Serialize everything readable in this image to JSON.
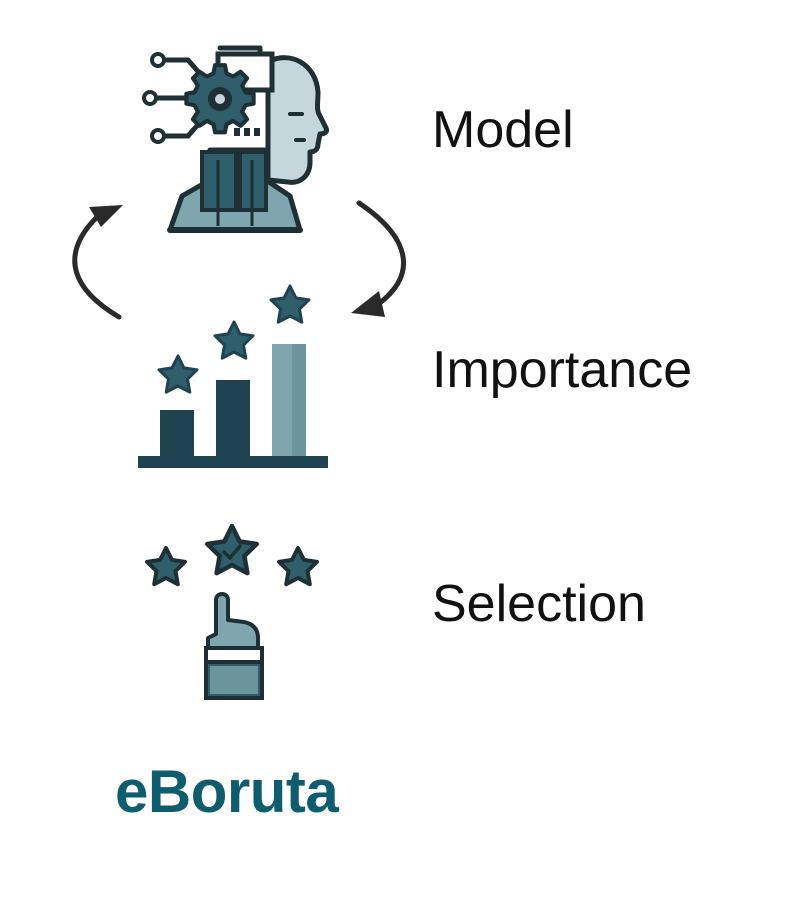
{
  "steps": [
    {
      "label": "Model",
      "icon": "ai-head-gear-icon"
    },
    {
      "label": "Importance",
      "icon": "bar-chart-stars-icon"
    },
    {
      "label": "Selection",
      "icon": "hand-pick-star-icon"
    }
  ],
  "brand": {
    "name": "eBoruta",
    "color": "#0e5d6e"
  },
  "palette": {
    "dark": "#1f4350",
    "mid": "#2f5f6b",
    "light": "#7fa6ae",
    "pale": "#c6d7dc",
    "arrow": "#2a2a2a"
  }
}
